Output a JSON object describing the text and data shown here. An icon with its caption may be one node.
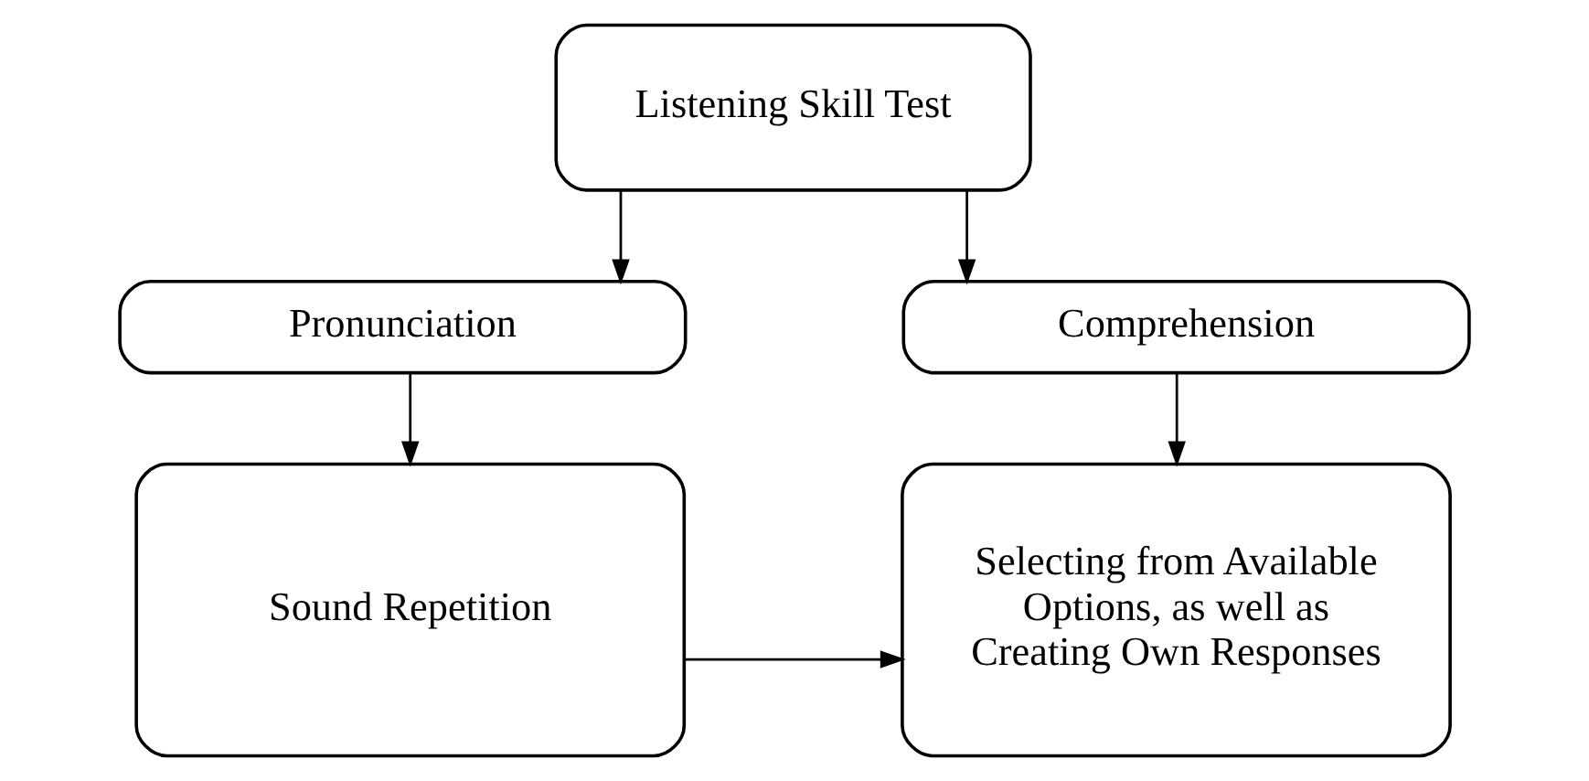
{
  "diagram": {
    "nodes": [
      {
        "text": [
          "Listening Skill Test"
        ]
      },
      {
        "text": [
          "Pronunciation"
        ]
      },
      {
        "text": [
          "Comprehension"
        ]
      },
      {
        "text": [
          "Sound Repetition"
        ]
      },
      {
        "text": [
          "Selecting from Available Options, as well as Creating Own Responses"
        ]
      }
    ],
    "edges": [
      {
        "from": 0,
        "to": 1,
        "arrow": "to"
      },
      {
        "from": 0,
        "to": 2,
        "arrow": "to"
      },
      {
        "from": 1,
        "to": 3,
        "arrow": "to"
      },
      {
        "from": 3,
        "to": 4,
        "arrow": "to"
      },
      {
        "from": 2,
        "to": 4,
        "arrow": "to"
      }
    ]
  }
}
